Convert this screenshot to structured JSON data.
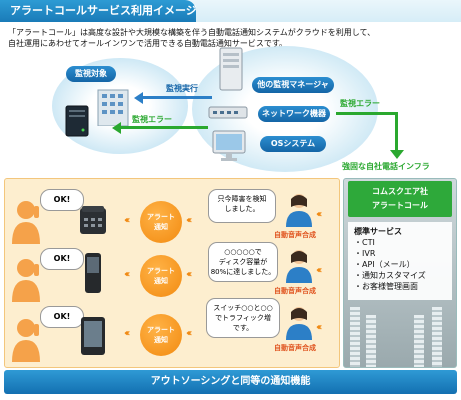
{
  "header": {
    "title": "アラートコールサービス利用イメージ"
  },
  "intro": {
    "line1": "「アラートコール」は高度な設計や大規模な構築を伴う自動電話通知システムがクラウドを利用して、",
    "line2": "自社運用にあわせてオールインワンで活用できる自動電話通知サービスです。"
  },
  "top_diagram": {
    "target": "監視対象",
    "exec_label": "監視実行",
    "error_label_left": "監視エラー",
    "error_label_right": "監視エラー",
    "manager": "他の監視マネージャ",
    "network": "ネットワーク機器",
    "os": "OSシステム",
    "infra": "強固な自社電話インフラ"
  },
  "company": {
    "line1": "コムスクエア社",
    "line2": "アラートコール"
  },
  "services": {
    "heading": "標準サービス",
    "items": [
      "・CTI",
      "・IVR",
      "・API（メール）",
      "・通知カスタマイズ",
      "・お客様管理画面"
    ]
  },
  "rows": [
    {
      "ok": "OK!",
      "alert_line1": "アラート",
      "alert_line2": "通知",
      "msg_line1": "只今障害を検知",
      "msg_line2": "しました。",
      "msg_line3": "",
      "voice": "自動音声合成"
    },
    {
      "ok": "OK!",
      "alert_line1": "アラート",
      "alert_line2": "通知",
      "msg_line1": "○○○○○で",
      "msg_line2": "ディスク容量が",
      "msg_line3": "80%に達しました。",
      "voice": "自動音声合成"
    },
    {
      "ok": "OK!",
      "alert_line1": "アラート",
      "alert_line2": "通知",
      "msg_line1": "スイッチ○○と○○",
      "msg_line2": "でトラフィック増",
      "msg_line3": "です。",
      "voice": "自動音声合成"
    }
  ],
  "footer": {
    "label": "アウトソーシングと同等の通知機能"
  }
}
